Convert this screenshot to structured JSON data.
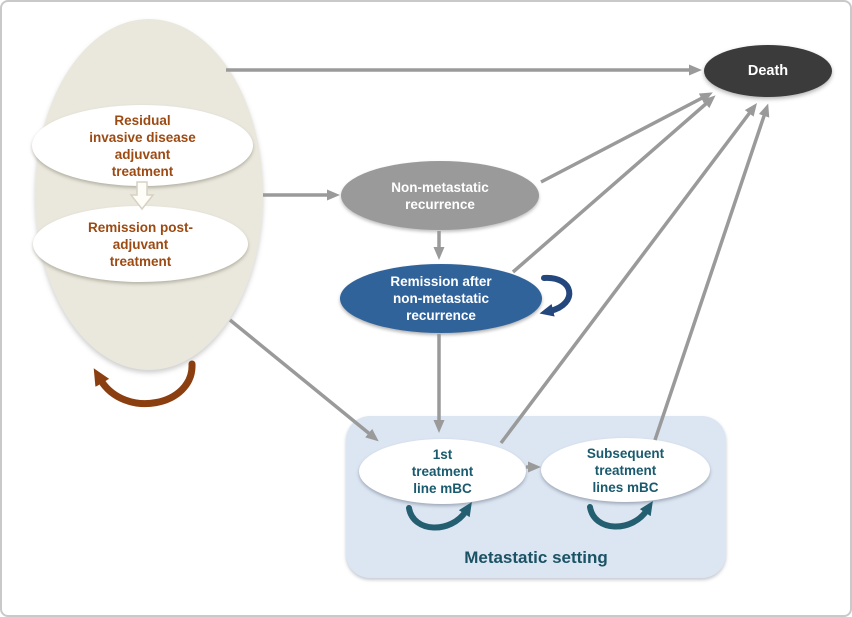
{
  "figure": {
    "type": "state-transition-diagram",
    "title": "",
    "border_color": "#c9c9c9",
    "background": "#ffffff"
  },
  "diagram": {
    "adjuvant_phase": {
      "fill": "#eae8dd",
      "self_loop_color": "#8b3e0f",
      "residual": {
        "text_color": "#9d4a12",
        "lines": [
          "Residual",
          "invasive disease",
          "adjuvant",
          "treatment"
        ]
      },
      "remission_post": {
        "text_color": "#9d4a12",
        "lines": [
          "Remission post-",
          "adjuvant",
          "treatment"
        ]
      }
    },
    "non_metastatic_recurrence": {
      "fill": "#9a9a9a",
      "text_color": "#ffffff",
      "lines": [
        "Non-metastatic",
        "recurrence"
      ]
    },
    "remission_after_recurrence": {
      "fill": "#31639b",
      "text_color": "#ffffff",
      "self_loop_color": "#24477d",
      "lines": [
        "Remission after",
        "non-metastatic",
        "recurrence"
      ]
    },
    "death": {
      "fill": "#3b3b3b",
      "text_color": "#ffffff",
      "label": "Death"
    },
    "metastatic_setting": {
      "label": "Metastatic setting",
      "label_color": "#1b5264",
      "fill": "#dce6f2",
      "self_loop_color": "#235f70",
      "first_line": {
        "text_color": "#1a5a6e",
        "lines": [
          "1st",
          "treatment",
          "line mBC"
        ]
      },
      "subsequent_lines": {
        "text_color": "#1a5a6e",
        "lines": [
          "Subsequent",
          "treatment",
          "lines mBC"
        ]
      }
    },
    "arrow_color": "#9a9a9a",
    "transitions": [
      {
        "from": "residual_invasive_disease",
        "to": "remission_post_adjuvant"
      },
      {
        "from": "adjuvant_phase",
        "to": "death"
      },
      {
        "from": "adjuvant_phase",
        "to": "non_metastatic_recurrence"
      },
      {
        "from": "adjuvant_phase",
        "to": "first_line_mbc"
      },
      {
        "from": "non_metastatic_recurrence",
        "to": "remission_after_recurrence"
      },
      {
        "from": "non_metastatic_recurrence",
        "to": "death"
      },
      {
        "from": "remission_after_recurrence",
        "to": "first_line_mbc"
      },
      {
        "from": "remission_after_recurrence",
        "to": "death"
      },
      {
        "from": "first_line_mbc",
        "to": "subsequent_lines_mbc"
      },
      {
        "from": "first_line_mbc",
        "to": "death"
      },
      {
        "from": "subsequent_lines_mbc",
        "to": "death"
      }
    ],
    "self_loops": [
      "adjuvant_phase",
      "remission_after_recurrence",
      "first_line_mbc",
      "subsequent_lines_mbc"
    ]
  }
}
